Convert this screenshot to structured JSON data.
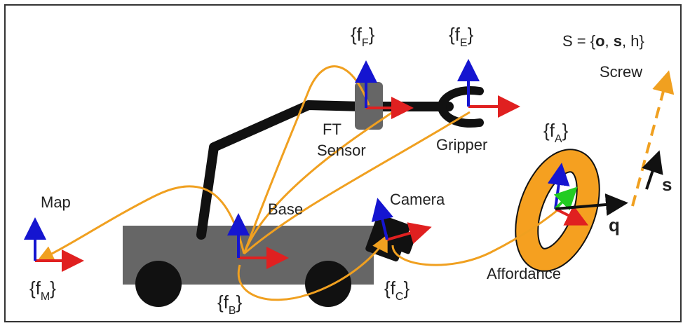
{
  "labels": {
    "frame_F": "{f",
    "frame_F_sub": "F",
    "frame_E": "{f",
    "frame_E_sub": "E",
    "frame_A": "{f",
    "frame_A_sub": "A",
    "frame_M": "{f",
    "frame_M_sub": "M",
    "frame_B": "{f",
    "frame_B_sub": "B",
    "frame_C": "{f",
    "frame_C_sub": "C",
    "close": "}",
    "screw_def_prefix": "S = {",
    "screw_def_o": "o",
    "screw_def_s": "s",
    "screw_def_suffix": ", h}",
    "comma": ", ",
    "screw": "Screw",
    "ft_line1": "FT",
    "ft_line2": "Sensor",
    "gripper": "Gripper",
    "map": "Map",
    "base": "Base",
    "camera": "Camera",
    "affordance": "Affordance",
    "q": "q",
    "s": "s"
  },
  "colors": {
    "axis_x": "#e02020",
    "axis_z": "#1515d0",
    "axis_y": "#22cc22",
    "curve": "#f0a020",
    "ring": "#f5a020",
    "body": "#666666",
    "dark": "#111111"
  }
}
